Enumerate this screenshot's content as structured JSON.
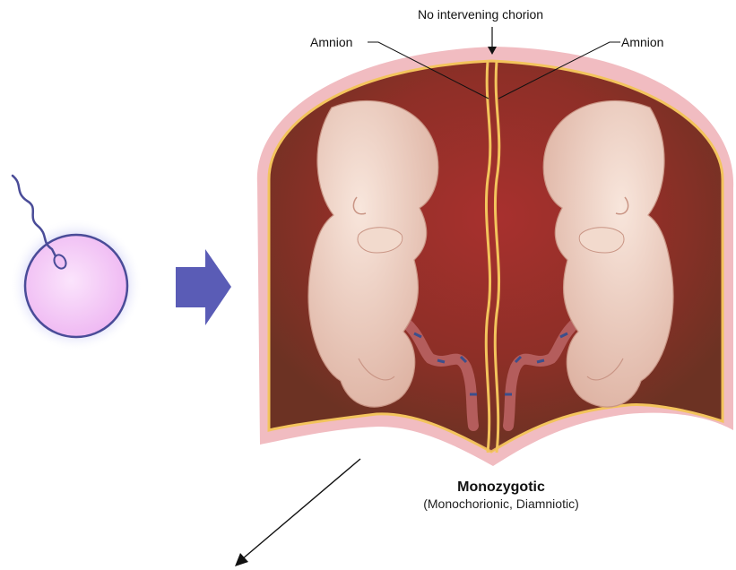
{
  "labels": {
    "top": "No intervening chorion",
    "amnion_left": "Amnion",
    "amnion_right": "Amnion"
  },
  "caption": {
    "title": "Monozygotic",
    "subtitle": "(Monochorionic, Diamniotic)"
  },
  "colors": {
    "uterus_outer": "#f1bcc1",
    "uterus_cavity": "#7e3627",
    "amnion_line": "#f3c45c",
    "egg_fill": "#f1c3f5",
    "egg_halo": "#c6c6f3",
    "egg_outline": "#4a4c98",
    "process_arrow": "#5a5cb6",
    "skin": "#efd3c6"
  }
}
